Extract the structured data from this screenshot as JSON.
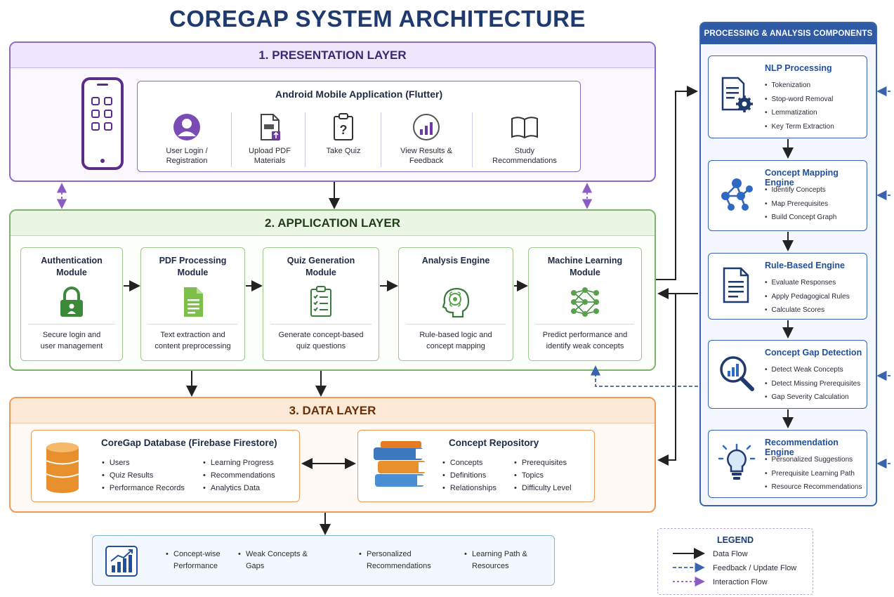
{
  "title": "COREGAP SYSTEM ARCHITECTURE",
  "colors": {
    "presentation": "#8c6cc4",
    "application": "#7db36b",
    "data": "#ec9b5a",
    "components": "#3a64ad",
    "output": "#7fb3d6"
  },
  "layers": {
    "presentation": {
      "title": "1. PRESENTATION LAYER",
      "app_title": "Android Mobile Application (Flutter)",
      "features": [
        {
          "icon": "user-icon",
          "line1": "User Login /",
          "line2": "Registration"
        },
        {
          "icon": "pdf-upload-icon",
          "line1": "Upload PDF",
          "line2": "Materials"
        },
        {
          "icon": "quiz-icon",
          "line1": "Take Quiz",
          "line2": ""
        },
        {
          "icon": "bar-chart-icon",
          "line1": "View Results &",
          "line2": "Feedback"
        },
        {
          "icon": "book-icon",
          "line1": "Study",
          "line2": "Recommendations"
        }
      ]
    },
    "application": {
      "title": "2. APPLICATION LAYER",
      "modules": [
        {
          "icon": "lock-icon",
          "line1": "Authentication",
          "line2": "Module",
          "desc1": "Secure login and",
          "desc2": "user management"
        },
        {
          "icon": "document-icon",
          "line1": "PDF Processing",
          "line2": "Module",
          "desc1": "Text extraction and",
          "desc2": "content preprocessing"
        },
        {
          "icon": "checklist-icon",
          "line1": "Quiz Generation",
          "line2": "Module",
          "desc1": "Generate concept-based",
          "desc2": "quiz questions"
        },
        {
          "icon": "brain-icon",
          "line1": "Analysis Engine",
          "line2": "",
          "desc1": "Rule-based logic and",
          "desc2": "concept mapping"
        },
        {
          "icon": "neural-network-icon",
          "line1": "Machine Learning",
          "line2": "Module",
          "desc1": "Predict performance and",
          "desc2": "identify weak concepts"
        }
      ]
    },
    "data": {
      "title": "3. DATA LAYER",
      "database": {
        "title": "CoreGap Database (Firebase Firestore)",
        "col1": [
          "Users",
          "Quiz Results",
          "Performance Records"
        ],
        "col2": [
          "Learning Progress",
          "Recommendations",
          "Analytics Data"
        ]
      },
      "repository": {
        "title": "Concept Repository",
        "col1": [
          "Concepts",
          "Definitions",
          "Relationships"
        ],
        "col2": [
          "Prerequisites",
          "Topics",
          "Difficulty Level"
        ]
      }
    }
  },
  "output": {
    "items": [
      {
        "line1": "Concept-wise",
        "line2": "Performance"
      },
      {
        "line1": "Weak Concepts &",
        "line2": "Gaps"
      },
      {
        "line1": "Personalized",
        "line2": "Recommendations"
      },
      {
        "line1": "Learning Path &",
        "line2": "Resources"
      }
    ]
  },
  "components": {
    "title": "PROCESSING & ANALYSIS COMPONENTS",
    "items": [
      {
        "icon": "nlp-document-gear-icon",
        "title": "NLP Processing",
        "bullets": [
          "Tokenization",
          "Stop-word Removal",
          "Lemmatization",
          "Key Term Extraction"
        ]
      },
      {
        "icon": "concept-graph-icon",
        "title": "Concept Mapping Engine",
        "bullets": [
          "Identify Concepts",
          "Map Prerequisites",
          "Build Concept Graph"
        ]
      },
      {
        "icon": "rules-document-icon",
        "title": "Rule-Based Engine",
        "bullets": [
          "Evaluate Responses",
          "Apply Pedagogical Rules",
          "Calculate Scores"
        ]
      },
      {
        "icon": "magnifier-chart-icon",
        "title": "Concept Gap Detection",
        "bullets": [
          "Detect Weak Concepts",
          "Detect Missing Prerequisites",
          "Gap Severity Calculation"
        ]
      },
      {
        "icon": "lightbulb-icon",
        "title": "Recommendation Engine",
        "bullets": [
          "Personalized Suggestions",
          "Prerequisite Learning Path",
          "Resource Recommendations"
        ]
      }
    ]
  },
  "legend": {
    "title": "LEGEND",
    "data_flow": "Data Flow",
    "feedback_flow": "Feedback / Update Flow",
    "interaction_flow": "Interaction Flow"
  }
}
